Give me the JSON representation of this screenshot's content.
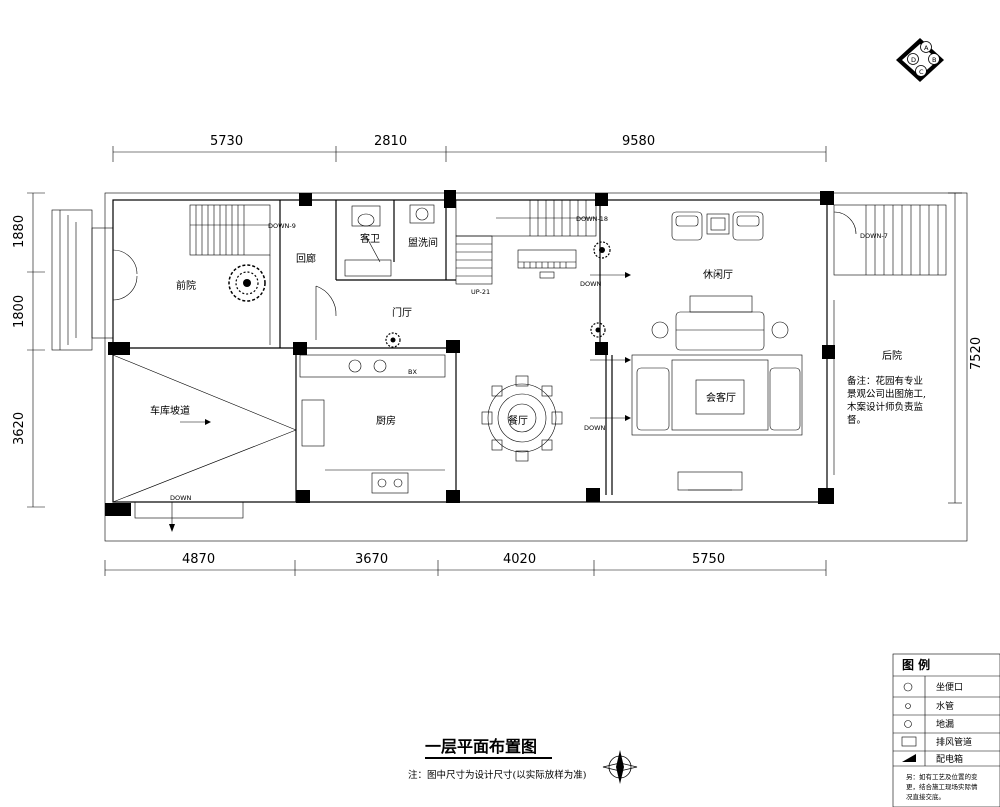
{
  "compass_badge": {
    "letters": [
      "A",
      "D",
      "B",
      "C"
    ]
  },
  "dimensions": {
    "top": [
      "5730",
      "2810",
      "9580"
    ],
    "bottom": [
      "4870",
      "3670",
      "4020",
      "5750"
    ],
    "left": [
      "1880",
      "1800",
      "3620"
    ],
    "right": [
      "7520"
    ]
  },
  "rooms": {
    "front_yard": "前院",
    "corridor": "回廊",
    "guest_wc": "客卫",
    "wash_room": "盥洗间",
    "foyer": "门厅",
    "leisure_hall": "休闲厅",
    "back_yard": "后院",
    "garage_ramp": "车库坡道",
    "kitchen": "厨房",
    "dining": "餐厅",
    "living_room": "会客厅"
  },
  "stair_labels": {
    "down9": "DOWN-9",
    "down18": "DOWN-18",
    "down7": "DOWN-7",
    "up21": "UP-21",
    "down_a": "DOWN",
    "down_b": "DOWN",
    "down_c": "DOWN",
    "bx": "BX"
  },
  "remark_lines": [
    "备注：花园有专业",
    "景观公司出图施工,",
    "木案设计师负责监",
    "督。"
  ],
  "title": "一层平面布置图",
  "footnote": "注：图中尺寸为设计尺寸(以实际放样为准)",
  "legend": {
    "header": "图  例",
    "items": [
      "坐便口",
      "水管",
      "地漏",
      "排风管道",
      "配电箱"
    ],
    "note_lines": [
      "另：如有工艺及位置的变",
      "更，结合施工现场实际情",
      "况直接交底。"
    ]
  }
}
